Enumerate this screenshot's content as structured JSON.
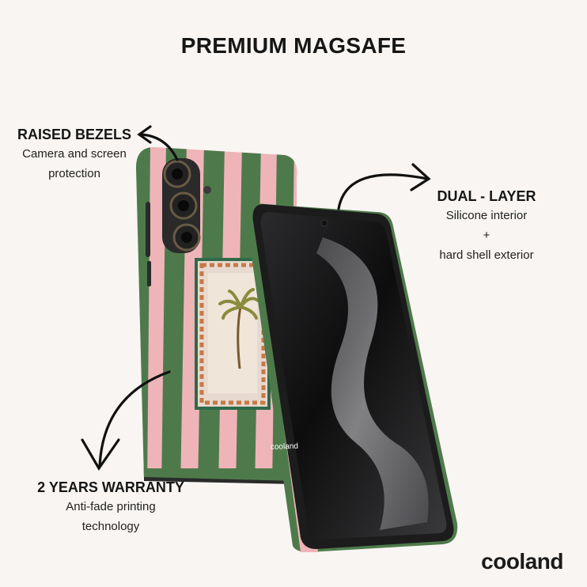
{
  "title": "PREMIUM MAGSAFE",
  "features": {
    "bezels": {
      "heading": "RAISED BEZELS",
      "line1": "Camera and screen",
      "line2": "protection"
    },
    "layer": {
      "heading": "DUAL - LAYER",
      "line1": "Silicone interior",
      "line2": "+",
      "line3": "hard shell exterior"
    },
    "warranty": {
      "heading": "2 YEARS WARRANTY",
      "line1": "Anti-fade printing",
      "line2": "technology"
    }
  },
  "case_brand_label": "cooland",
  "brand": "cooland",
  "colors": {
    "background": "#f8f5f2",
    "stripe_pink": "#efb4b8",
    "stripe_green": "#4e7a4b",
    "case_black": "#1c1c1c"
  }
}
